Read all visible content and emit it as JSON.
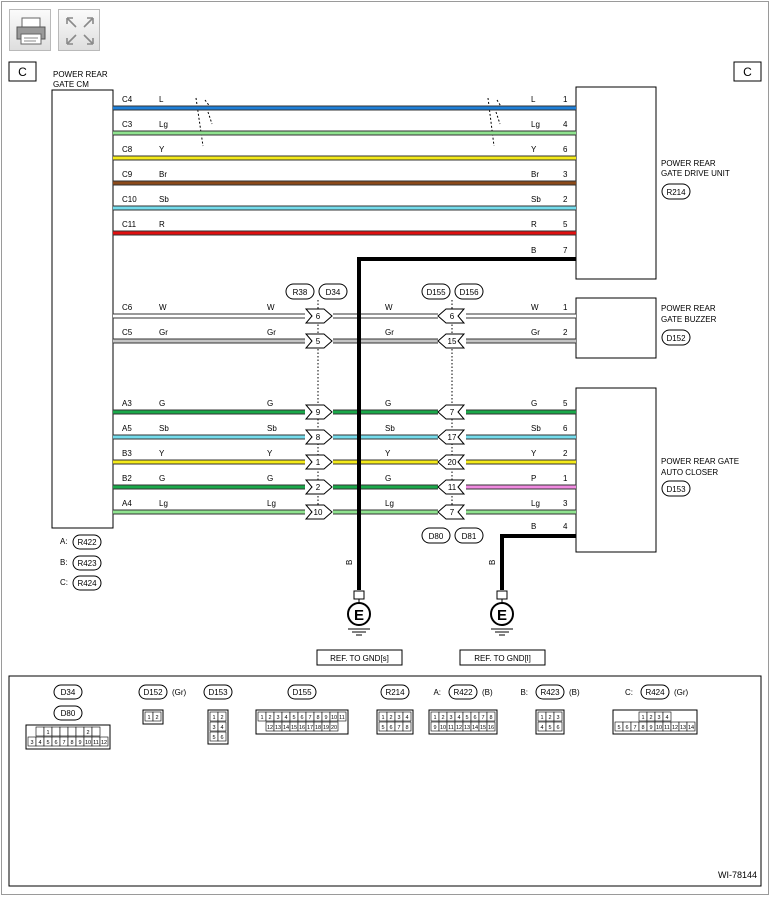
{
  "toolbar": {
    "print_icon": "printer-icon",
    "expand_icon": "expand-icon"
  },
  "page_label_left": "C",
  "page_label_right": "C",
  "cm": {
    "title1": "POWER REAR",
    "title2": "GATE CM"
  },
  "drive_unit": {
    "title1": "POWER REAR",
    "title2": "GATE DRIVE UNIT",
    "connector": "R214"
  },
  "buzzer": {
    "title1": "POWER REAR",
    "title2": "GATE BUZZER",
    "connector": "D152"
  },
  "closer": {
    "title1": "POWER REAR GATE",
    "title2": "AUTO CLOSER",
    "connector": "D153"
  },
  "conn_labels": {
    "top_left": [
      "R38",
      "D34"
    ],
    "top_right": [
      "D155",
      "D156"
    ],
    "bottom_right": [
      "D80",
      "D81"
    ]
  },
  "cm_connectors": [
    {
      "prefix": "A:",
      "code": "R422"
    },
    {
      "prefix": "B:",
      "code": "R423"
    },
    {
      "prefix": "C:",
      "code": "R424"
    }
  ],
  "wires_top": [
    {
      "cm_pin": "C4",
      "color_name": "L",
      "right_color": "L",
      "right_pin": "1",
      "hex": "#1e7fd8"
    },
    {
      "cm_pin": "C3",
      "color_name": "Lg",
      "right_color": "Lg",
      "right_pin": "4",
      "hex": "#8fe38f"
    },
    {
      "cm_pin": "C8",
      "color_name": "Y",
      "right_color": "Y",
      "right_pin": "6",
      "hex": "#f4ea1a"
    },
    {
      "cm_pin": "C9",
      "color_name": "Br",
      "right_color": "Br",
      "right_pin": "3",
      "hex": "#8b4a1a"
    },
    {
      "cm_pin": "C10",
      "color_name": "Sb",
      "right_color": "Sb",
      "right_pin": "2",
      "hex": "#74dcec"
    },
    {
      "cm_pin": "C11",
      "color_name": "R",
      "right_color": "R",
      "right_pin": "5",
      "hex": "#e01010"
    }
  ],
  "drive_ground": {
    "color": "B",
    "pin": "7"
  },
  "wires_buzzer": [
    {
      "cm_pin": "C6",
      "cm_color": "W",
      "lj_color": "W",
      "lj_pin": "6",
      "rj_color": "W",
      "rj_pin": "6",
      "right_color": "W",
      "right_pin": "1",
      "hex": "#ffffff"
    },
    {
      "cm_pin": "C5",
      "cm_color": "Gr",
      "lj_color": "Gr",
      "lj_pin": "5",
      "rj_color": "Gr",
      "rj_pin": "15",
      "right_color": "Gr",
      "right_pin": "2",
      "hex": "#c4c4c4"
    }
  ],
  "wires_closer": [
    {
      "cm_pin": "A3",
      "cm_color": "G",
      "lj_color": "G",
      "lj_pin": "9",
      "rj_color": "G",
      "rj_pin": "7",
      "right_color": "G",
      "right_pin": "5",
      "hex": "#1aa84a",
      "right_hex": "#1aa84a"
    },
    {
      "cm_pin": "A5",
      "cm_color": "Sb",
      "lj_color": "Sb",
      "lj_pin": "8",
      "rj_color": "Sb",
      "rj_pin": "17",
      "right_color": "Sb",
      "right_pin": "6",
      "hex": "#74dcec",
      "right_hex": "#74dcec"
    },
    {
      "cm_pin": "B3",
      "cm_color": "Y",
      "lj_color": "Y",
      "lj_pin": "1",
      "rj_color": "Y",
      "rj_pin": "20",
      "right_color": "Y",
      "right_pin": "2",
      "hex": "#f4ea1a",
      "right_hex": "#f4ea1a"
    },
    {
      "cm_pin": "B2",
      "cm_color": "G",
      "lj_color": "G",
      "lj_pin": "2",
      "rj_color": "G",
      "rj_pin": "11",
      "right_color": "P",
      "right_pin": "1",
      "hex": "#1aa84a",
      "right_hex": "#f08ae0"
    },
    {
      "cm_pin": "A4",
      "cm_color": "Lg",
      "lj_color": "Lg",
      "lj_pin": "10",
      "rj_color": "Lg",
      "rj_pin": "7",
      "right_color": "Lg",
      "right_pin": "3",
      "hex": "#8fe38f",
      "right_hex": "#8fe38f"
    }
  ],
  "closer_ground": {
    "color": "B",
    "pin": "4"
  },
  "grounds": [
    {
      "wire_label": "B",
      "symbol": "E",
      "ref": "REF. TO GND[s]"
    },
    {
      "wire_label": "B",
      "symbol": "E",
      "ref": "REF. TO GND[l]"
    }
  ],
  "legend": [
    {
      "labels": [
        "D34",
        "D80"
      ],
      "suffix": "",
      "rows": [
        [
          "",
          "1",
          "",
          "",
          "",
          "",
          "2",
          ""
        ],
        [
          "3",
          "4",
          "5",
          "6",
          "7",
          "8",
          "9",
          "10",
          "11",
          "12"
        ]
      ]
    },
    {
      "labels": [
        "D152"
      ],
      "suffix": "(Gr)",
      "rows": [
        [
          "1",
          "2"
        ]
      ]
    },
    {
      "labels": [
        "D153"
      ],
      "suffix": "",
      "rows": [
        [
          "1",
          "2"
        ],
        [
          "3",
          "4"
        ],
        [
          "5",
          "6"
        ]
      ]
    },
    {
      "labels": [
        "D155"
      ],
      "suffix": "",
      "rows": [
        [
          "1",
          "2",
          "3",
          "4",
          "5",
          "6",
          "7",
          "8",
          "9",
          "10",
          "11"
        ],
        [
          "12",
          "13",
          "14",
          "15",
          "16",
          "17",
          "18",
          "19",
          "20"
        ]
      ]
    },
    {
      "labels": [
        "R214"
      ],
      "suffix": "",
      "rows": [
        [
          "1",
          "2",
          "3",
          "4"
        ],
        [
          "5",
          "6",
          "7",
          "8"
        ]
      ]
    },
    {
      "labels": [
        "R422"
      ],
      "prefix": "A:",
      "suffix": "(B)",
      "rows": [
        [
          "1",
          "2",
          "3",
          "4",
          "5",
          "6",
          "7",
          "8"
        ],
        [
          "9",
          "10",
          "11",
          "12",
          "13",
          "14",
          "15",
          "16"
        ]
      ]
    },
    {
      "labels": [
        "R423"
      ],
      "prefix": "B:",
      "suffix": "(B)",
      "rows": [
        [
          "1",
          "2",
          "3"
        ],
        [
          "4",
          "5",
          "6"
        ]
      ]
    },
    {
      "labels": [
        "R424"
      ],
      "prefix": "C:",
      "suffix": "(Gr)",
      "rows": [
        [
          "1",
          "2",
          "3",
          "4"
        ],
        [
          "5",
          "6",
          "7",
          "8",
          "9",
          "10",
          "11",
          "12",
          "13",
          "14"
        ]
      ]
    }
  ],
  "doc_id": "WI-78144"
}
